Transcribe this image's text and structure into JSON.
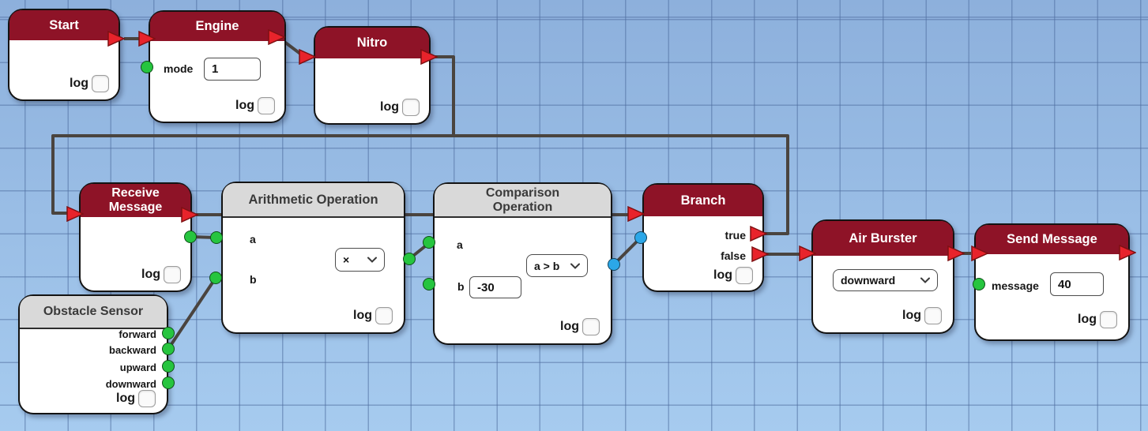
{
  "canvas": {
    "background_top": "#8db0dc",
    "background_bottom": "#a6cbef",
    "grid_line_color": "#6e93c4",
    "wire_color": "#4a443f"
  },
  "colors": {
    "action_header": "#8e1327",
    "function_header": "#d9d9d9",
    "data_port": "#26c53f",
    "boolean_port": "#2ba7e8",
    "flow_connector": "#e8232b"
  },
  "common": {
    "log_label": "log"
  },
  "nodes": {
    "start": {
      "title": "Start"
    },
    "engine": {
      "title": "Engine",
      "mode_label": "mode",
      "mode_value": "1"
    },
    "nitro": {
      "title": "Nitro"
    },
    "receive_message": {
      "title": "Receive\nMessage"
    },
    "arithmetic_operation": {
      "title": "Arithmetic Operation",
      "a_label": "a",
      "b_label": "b",
      "operator_value": "×"
    },
    "comparison_operation": {
      "title": "Comparison\nOperation",
      "a_label": "a",
      "b_label": "b",
      "b_value": "-30",
      "operator_value": "a > b"
    },
    "branch": {
      "title": "Branch",
      "true_label": "true",
      "false_label": "false"
    },
    "air_burster": {
      "title": "Air Burster",
      "direction_value": "downward"
    },
    "send_message": {
      "title": "Send Message",
      "message_label": "message",
      "message_value": "40"
    },
    "obstacle_sensor": {
      "title": "Obstacle Sensor",
      "outputs": [
        "forward",
        "backward",
        "upward",
        "downward"
      ]
    }
  }
}
